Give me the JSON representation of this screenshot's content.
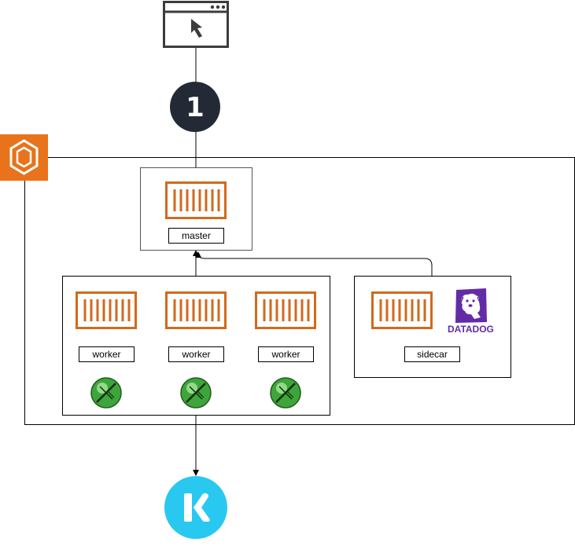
{
  "labels": {
    "master": "master",
    "worker_1": "worker",
    "worker_2": "worker",
    "worker_3": "worker",
    "sidecar": "sidecar",
    "datadog": "DATADOG"
  },
  "icons": {
    "browser": "browser-window-icon",
    "badge": "number-1-icon",
    "ecs": "aws-ecs-icon",
    "container": "container-icon",
    "locust": "locust-icon",
    "datadog": "datadog-icon",
    "sink": "kinesis-icon"
  },
  "badge_number": "1",
  "colors": {
    "container_orange": "#d2691e",
    "ecs_orange": "#e8731a",
    "badge_dark": "#232a36",
    "datadog_purple": "#632ca6",
    "sink_cyan": "#29c8f0",
    "locust_green": "#3ea53a"
  }
}
